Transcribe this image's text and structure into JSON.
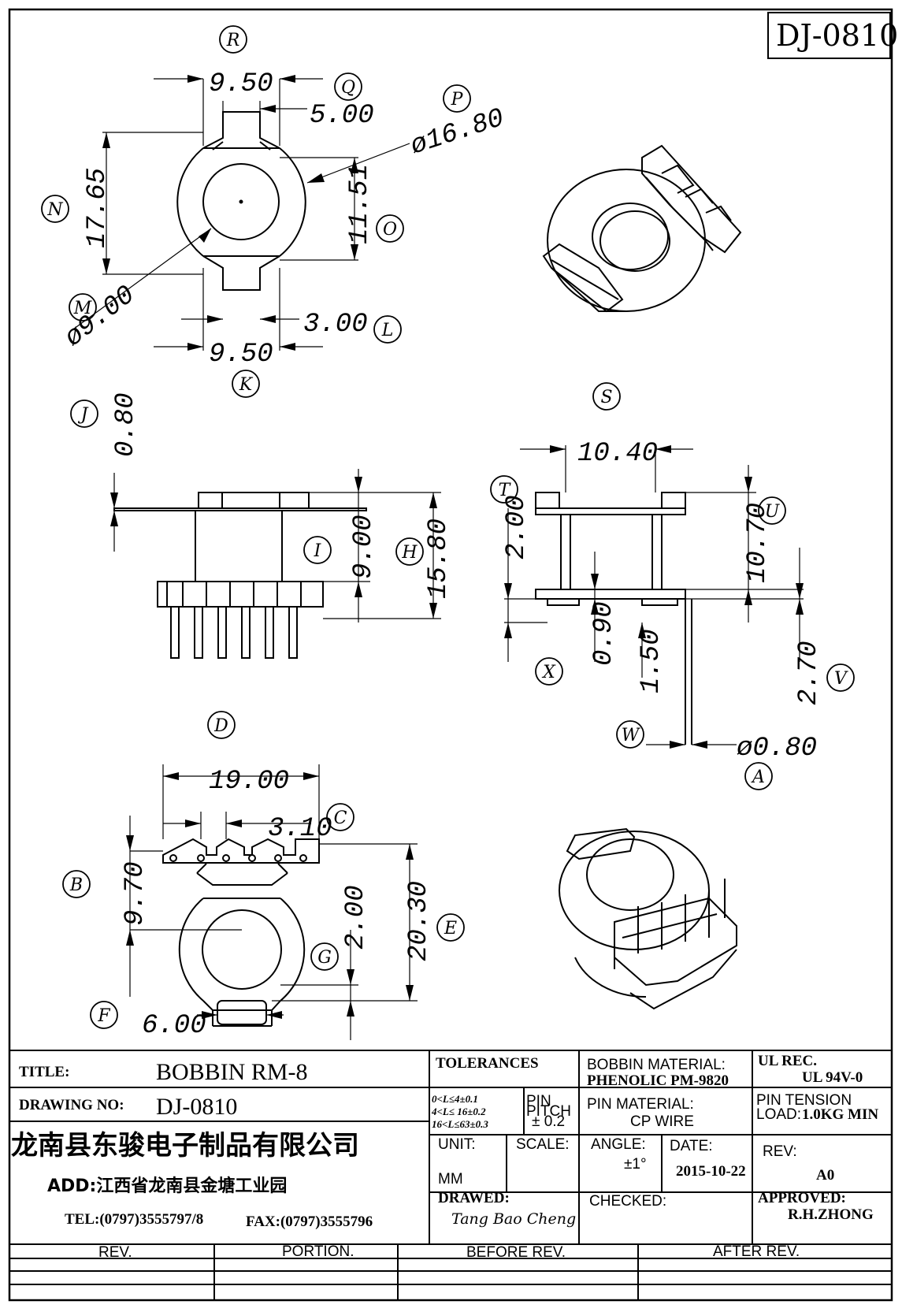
{
  "drawing_number_box": "DJ-0810",
  "dimensions": {
    "top_view": {
      "width_top": "9.50",
      "slot_top": "5.00",
      "outer_dia": "ø16.80",
      "height": "17.65",
      "inner_flat": "11.51",
      "inner_dia": "ø9.00",
      "slot_bottom": "3.00",
      "width_bottom": "9.50"
    },
    "side_view": {
      "flange": "0.80",
      "winding_height": "9.00",
      "total_height": "15.80"
    },
    "section_view": {
      "width": "10.40",
      "flange_thk": "2.00",
      "height": "10.70",
      "offset_x": "0.90",
      "offset_w": "1.50",
      "pin_length": "2.70",
      "pin_dia": "ø0.80"
    },
    "bottom_view": {
      "width": "19.00",
      "pitch": "3.10",
      "pin_row": "9.70",
      "slot": "2.00",
      "height": "20.30",
      "slot_width": "6.00"
    }
  },
  "bubbles": [
    "R",
    "Q",
    "P",
    "N",
    "O",
    "M",
    "L",
    "K",
    "J",
    "I",
    "H",
    "S",
    "T",
    "U",
    "X",
    "V",
    "W",
    "A",
    "D",
    "C",
    "B",
    "E",
    "G",
    "F"
  ],
  "title_block": {
    "title_label": "TITLE:",
    "title": "BOBBIN  RM-8",
    "drawing_no_label": "DRAWING NO:",
    "drawing_no": "DJ-0810",
    "company": "龙南县东骏电子制品有限公司",
    "address": "ADD:江西省龙南县金塘工业园",
    "tel": "TEL:(0797)3555797/8",
    "fax": "FAX:(0797)3555796",
    "tolerances_label": "TOLERANCES",
    "tol_1": "0<L≤4±0.1",
    "tol_2": "4<L≤ 16±0.2",
    "tol_3": "16<L≤63±0.3",
    "pin_pitch_label": "PIN\nPITCH",
    "pin_pitch_value": "± 0.2",
    "bobbin_material_label": "BOBBIN MATERIAL:",
    "bobbin_material": "PHENOLIC   PM-9820",
    "ul_rec_label": "UL REC.",
    "ul_rec": "UL  94V-0",
    "pin_material_label": "PIN MATERIAL:",
    "pin_material": "CP WIRE",
    "pin_tension_label": "PIN TENSION",
    "pin_tension_load_label": "LOAD:",
    "pin_tension_load": "1.0KG MIN",
    "unit_label": "UNIT:",
    "unit": "MM",
    "scale_label": "SCALE:",
    "angle_label": "ANGLE:",
    "angle": "±1°",
    "date_label": "DATE:",
    "date": "2015-10-22",
    "rev_label": "REV:",
    "rev": "A0",
    "drawed_label": "DRAWED:",
    "drawed": "Tang Bao Cheng",
    "checked_label": "CHECKED:",
    "approved_label": "APPROVED:",
    "approved": "R.H.ZHONG"
  },
  "revision_table": {
    "headers": [
      "REV.",
      "PORTION.",
      "BEFORE REV.",
      "AFTER REV."
    ]
  }
}
